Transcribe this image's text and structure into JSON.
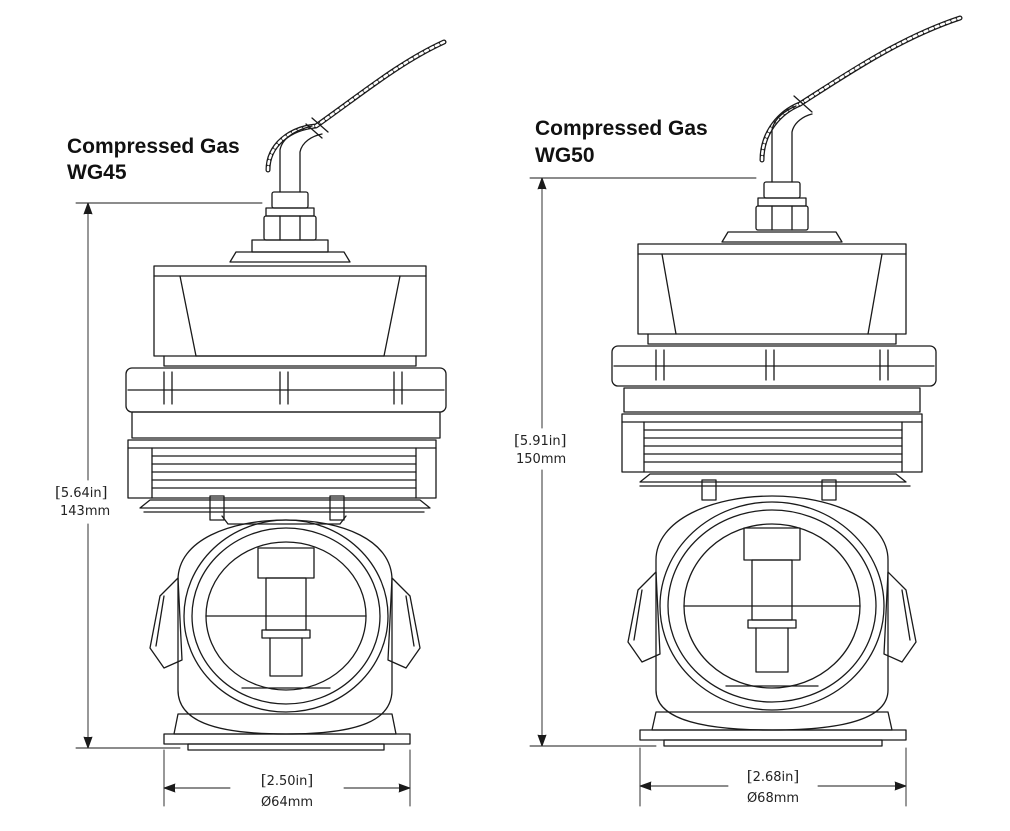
{
  "wg45": {
    "title_line1": "Compressed Gas",
    "title_line2": "WG45",
    "height_in": "5.64in",
    "height_mm": "143mm",
    "width_in": "2.50in",
    "width_mm": "Ø64mm"
  },
  "wg50": {
    "title_line1": "Compressed Gas",
    "title_line2": "WG50",
    "height_in": "5.91in",
    "height_mm": "150mm",
    "width_in": "2.68in",
    "width_mm": "Ø68mm"
  }
}
